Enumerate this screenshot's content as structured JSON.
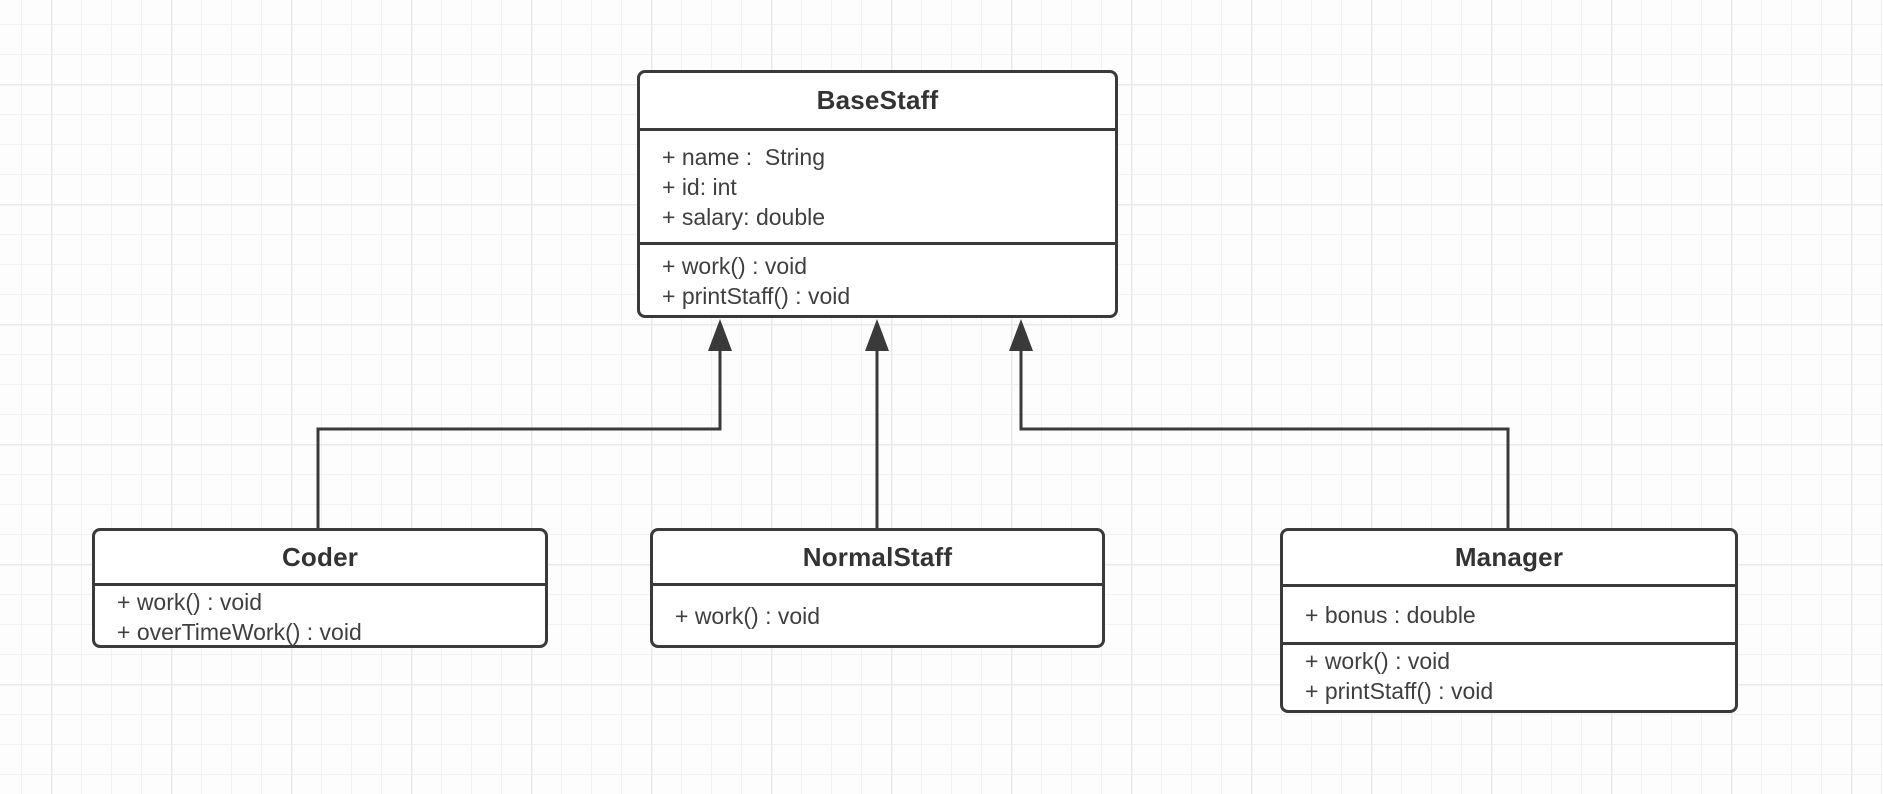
{
  "diagram": {
    "type": "uml-class-diagram",
    "colors": {
      "shape_stroke": "#3a3a3a",
      "shape_fill": "#ffffff",
      "text": "#3f3f3f",
      "grid_minor": "#f2f2f4",
      "grid_major": "#e9e9eb",
      "background": "#fdfdfe"
    },
    "classes": [
      {
        "name": "BaseStaff",
        "attributes": [
          "+ name :  String",
          "+ id: int",
          "+ salary: double"
        ],
        "methods": [
          "+ work() : void",
          "+ printStaff() : void"
        ]
      },
      {
        "name": "Coder",
        "attributes": [],
        "methods": [
          "+ work() : void",
          "+ overTimeWork() : void"
        ]
      },
      {
        "name": "NormalStaff",
        "attributes": [],
        "methods": [
          "+ work() : void"
        ]
      },
      {
        "name": "Manager",
        "attributes": [
          "+ bonus : double"
        ],
        "methods": [
          "+ work() : void",
          "+ printStaff() : void"
        ]
      }
    ],
    "relationships": [
      {
        "from": "Coder",
        "to": "BaseStaff",
        "type": "inheritance"
      },
      {
        "from": "NormalStaff",
        "to": "BaseStaff",
        "type": "inheritance"
      },
      {
        "from": "Manager",
        "to": "BaseStaff",
        "type": "inheritance"
      }
    ]
  }
}
